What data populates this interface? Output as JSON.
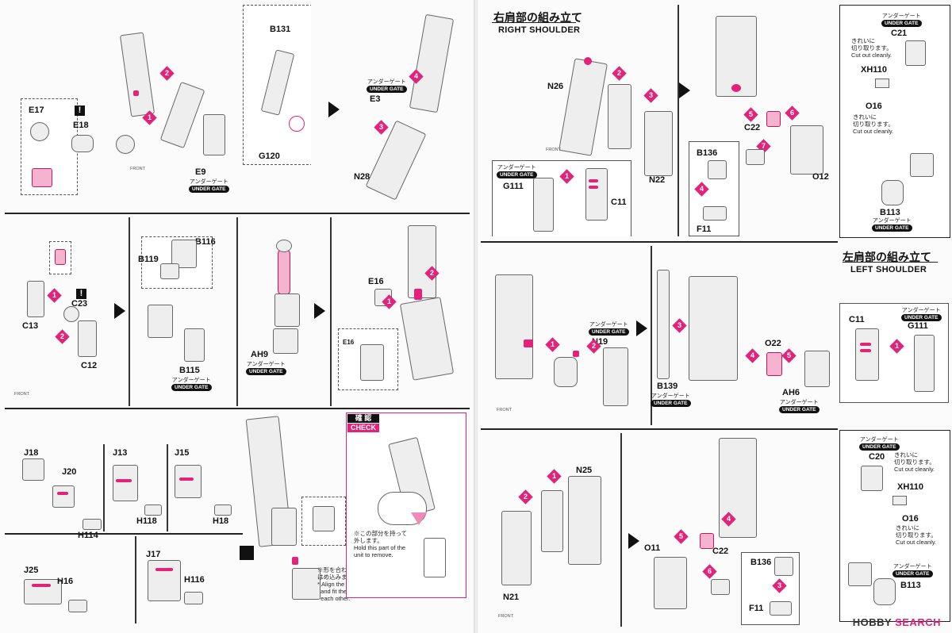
{
  "left_page": {
    "row1": {
      "parts": [
        "E17",
        "E18",
        "E9",
        "B131",
        "G120",
        "E3",
        "N28"
      ],
      "under_gate": {
        "jp": "アンダーゲート",
        "en": "UNDER GATE"
      },
      "steps": [
        "1",
        "2",
        "3",
        "4"
      ]
    },
    "row2": {
      "parts": [
        "C13",
        "C23",
        "C12",
        "B119",
        "B116",
        "B115",
        "AH9",
        "E16"
      ],
      "under_gate": {
        "jp": "アンダーゲート",
        "en": "UNDER GATE"
      },
      "steps": [
        "1",
        "2"
      ]
    },
    "row3": {
      "parts": [
        "J18",
        "J20",
        "H114",
        "J13",
        "H118",
        "J15",
        "H18",
        "J25",
        "H16",
        "J17",
        "H116"
      ],
      "note_align": {
        "jp": "※形を合わせて\nはめ込みます。",
        "en": "* Align the shapes\n  and fit them into\n  each other."
      },
      "check": {
        "jp": "確 認",
        "en": "CHECK",
        "note_jp": "※この部分を持って\n外します。",
        "note_en": "Hold this part of the\nunit to remove."
      }
    },
    "front_label": "FRONT"
  },
  "right_page": {
    "right_shoulder": {
      "title_jp": "右肩部の組み立て",
      "title_en": "RIGHT SHOULDER"
    },
    "left_shoulder": {
      "title_jp": "左肩部の組み立て",
      "title_en": "LEFT SHOULDER"
    },
    "top_panel": {
      "parts": [
        "N26",
        "N22",
        "G111",
        "C11",
        "C22",
        "B136",
        "F11",
        "O12"
      ],
      "steps": [
        "1",
        "2",
        "3",
        "4",
        "5",
        "6",
        "7"
      ]
    },
    "side_top": {
      "parts": [
        "C21",
        "XH110",
        "O16",
        "B113"
      ],
      "note1": "きれいに\n切り取ります。\nCut out cleanly.",
      "note2": "きれいに\n切り取ります。\nCut out cleanly."
    },
    "mid_panel": {
      "parts": [
        "N19",
        "B139",
        "O22",
        "AH6"
      ],
      "steps": [
        "1",
        "2",
        "3",
        "4",
        "5"
      ]
    },
    "side_mid": {
      "parts": [
        "C11",
        "G111"
      ],
      "steps": [
        "1"
      ]
    },
    "bottom_panel": {
      "parts": [
        "N25",
        "N21",
        "O11",
        "C22",
        "B136",
        "F11"
      ],
      "steps": [
        "1",
        "2",
        "3",
        "4",
        "5",
        "6"
      ]
    },
    "side_bottom": {
      "parts": [
        "C20",
        "XH110",
        "O16",
        "B113"
      ],
      "note1": "きれいに\n切り取ります。\nCut out cleanly.",
      "note2": "きれいに\n切り取ります。\nCut out cleanly."
    },
    "under_gate": {
      "jp": "アンダーゲート",
      "en": "UNDER GATE"
    },
    "front_label": "FRONT"
  },
  "watermark": {
    "brand": "HOBBY",
    "suffix": "SEARCH"
  }
}
